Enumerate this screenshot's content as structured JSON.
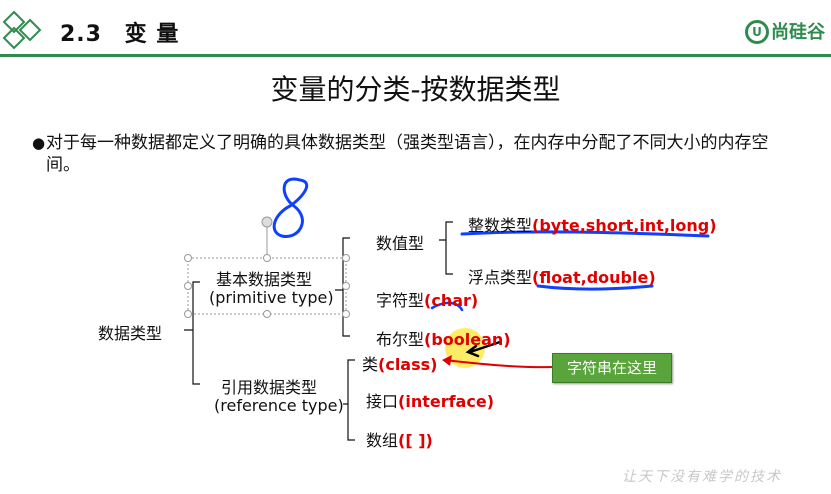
{
  "header": {
    "section_number": "2.3",
    "section_title": "变 量",
    "logo_text": "尚硅谷"
  },
  "slide": {
    "title": "变量的分类-按数据类型",
    "bullet": "对于每一种数据都定义了明确的具体数据类型（强类型语言），在内存中分配了不同大小的内存空间。"
  },
  "diagram": {
    "root": "数据类型",
    "primitive_label": "基本数据类型",
    "primitive_en": "(primitive type)",
    "numeric": "数值型",
    "integer_label": "整数类型",
    "integer_types": "(byte,short,int,long)",
    "float_label": "浮点类型",
    "float_types": "(float,double)",
    "char_label": "字符型",
    "char_type": "(char)",
    "bool_label": "布尔型",
    "bool_type": "(boolean)",
    "reference_label": "引用数据类型",
    "reference_en": "(reference type)",
    "class_label": "类",
    "class_type": "(class)",
    "interface_label": "接口",
    "interface_type": "(interface)",
    "array_label": "数组",
    "array_type": "([ ])",
    "callout": "字符串在这里"
  },
  "footer": "让天下没有难学的技术",
  "colors": {
    "accent_green": "#2f8c4e",
    "red_text": "#e00000",
    "annotation_blue": "#1040ff",
    "callout_green": "#5aa43c",
    "highlight_yellow": "#ffe94a"
  }
}
